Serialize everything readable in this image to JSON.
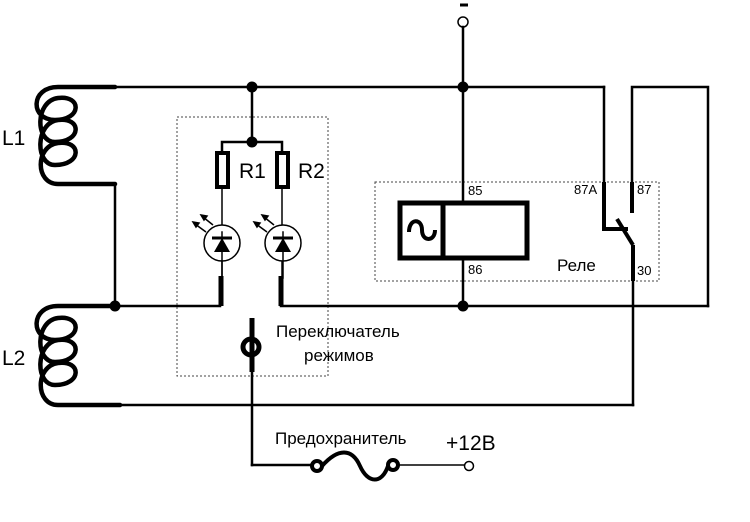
{
  "diagram": {
    "title": "",
    "polarity": {
      "negative": "–",
      "positive": "+12В"
    },
    "inductors": [
      {
        "id": "L1",
        "label": "L1"
      },
      {
        "id": "L2",
        "label": "L2"
      }
    ],
    "resistors": [
      {
        "id": "R1",
        "label": "R1"
      },
      {
        "id": "R2",
        "label": "R2"
      }
    ],
    "leds": [
      {
        "id": "LED1"
      },
      {
        "id": "LED2"
      }
    ],
    "switch": {
      "label_line1": "Переключатель",
      "label_line2": "режимов"
    },
    "fuse": {
      "label": "Предохранитель"
    },
    "relay": {
      "label": "Реле",
      "pins": {
        "p85": "85",
        "p86": "86",
        "p87a": "87A",
        "p87": "87",
        "p30": "30"
      }
    }
  }
}
